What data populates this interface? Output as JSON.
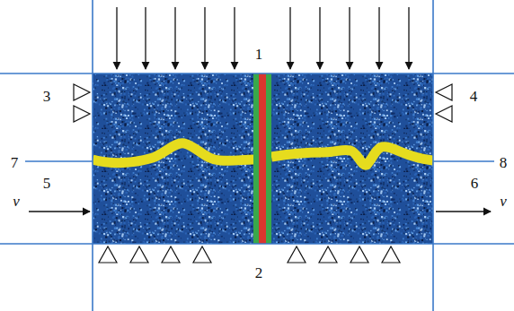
{
  "diagram": {
    "labels": [
      "1",
      "2",
      "3",
      "4",
      "5",
      "6",
      "7",
      "8",
      "v",
      "v"
    ]
  }
}
